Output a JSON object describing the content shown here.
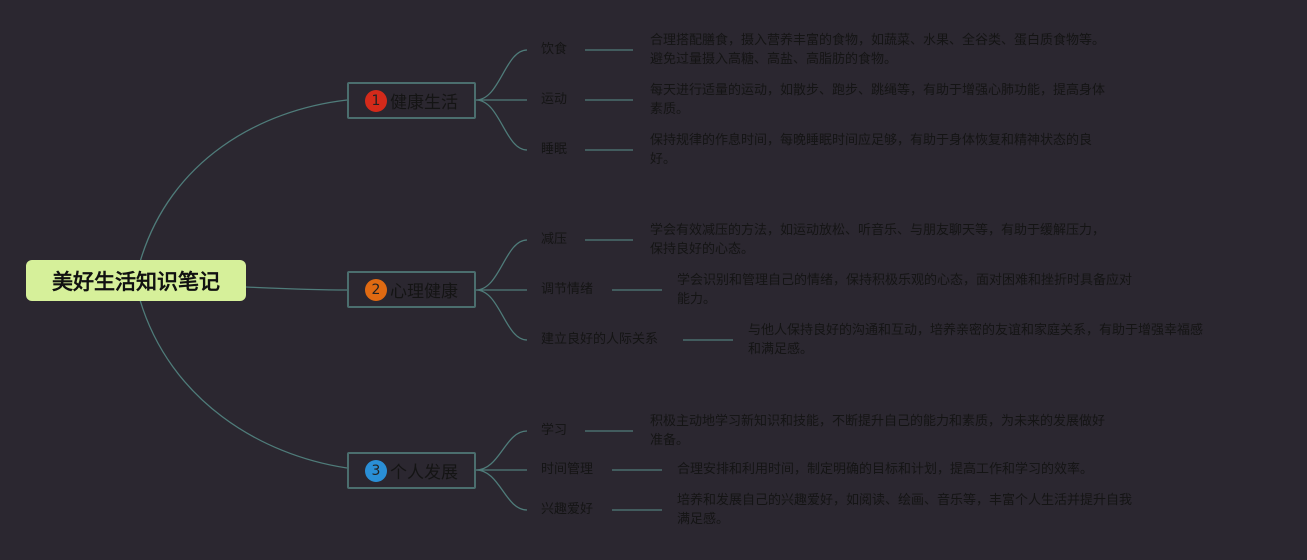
{
  "root": {
    "label": "美好生活知识笔记"
  },
  "colors": {
    "background": "#2b2730",
    "root": "#d6f09a",
    "link": "#4f7c7a",
    "badge1": "#d42a1a",
    "badge2": "#e06a12",
    "badge3": "#2a8fd6"
  },
  "branches": [
    {
      "number": "1",
      "label": "健康生活",
      "children": [
        {
          "label": "饮食",
          "desc": "合理搭配膳食，摄入营养丰富的食物，如蔬菜、水果、全谷类、蛋白质食物等。\n避免过量摄入高糖、高盐、高脂肪的食物。"
        },
        {
          "label": "运动",
          "desc": "每天进行适量的运动，如散步、跑步、跳绳等，有助于增强心肺功能，提高身体\n素质。"
        },
        {
          "label": "睡眠",
          "desc": "保持规律的作息时间，每晚睡眠时间应足够，有助于身体恢复和精神状态的良\n好。"
        }
      ]
    },
    {
      "number": "2",
      "label": "心理健康",
      "children": [
        {
          "label": "减压",
          "desc": "学会有效减压的方法，如运动放松、听音乐、与朋友聊天等，有助于缓解压力，\n保持良好的心态。"
        },
        {
          "label": "调节情绪",
          "desc": "学会识别和管理自己的情绪，保持积极乐观的心态，面对困难和挫折时具备应对\n能力。"
        },
        {
          "label": "建立良好的人际关系",
          "desc": "与他人保持良好的沟通和互动，培养亲密的友谊和家庭关系，有助于增强幸福感\n和满足感。"
        }
      ]
    },
    {
      "number": "3",
      "label": "个人发展",
      "children": [
        {
          "label": "学习",
          "desc": "积极主动地学习新知识和技能，不断提升自己的能力和素质，为未来的发展做好\n准备。"
        },
        {
          "label": "时间管理",
          "desc": "合理安排和利用时间，制定明确的目标和计划，提高工作和学习的效率。"
        },
        {
          "label": "兴趣爱好",
          "desc": "培养和发展自己的兴趣爱好，如阅读、绘画、音乐等，丰富个人生活并提升自我\n满足感。"
        }
      ]
    }
  ]
}
